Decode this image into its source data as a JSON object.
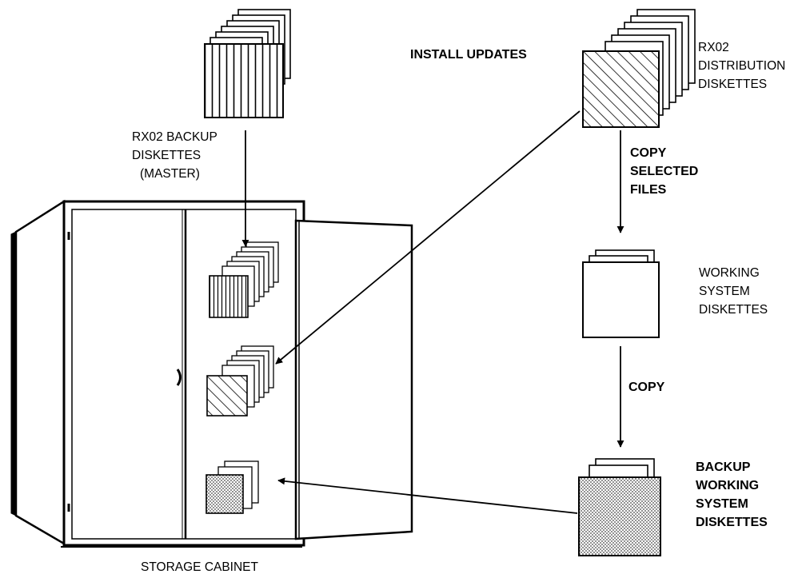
{
  "labels": {
    "install_updates": "INSTALL UPDATES",
    "rx02_backup": [
      "RX02 BACKUP",
      "DISKETTES",
      "(MASTER)"
    ],
    "rx02_distribution": [
      "RX02",
      "DISTRIBUTION",
      "DISKETTES"
    ],
    "copy_selected_files": [
      "COPY",
      "SELECTED",
      "FILES"
    ],
    "working_system": [
      "WORKING",
      "SYSTEM",
      "DISKETTES"
    ],
    "copy": "COPY",
    "backup_working_system": [
      "BACKUP",
      "WORKING",
      "SYSTEM",
      "DISKETTES"
    ],
    "storage_cabinet": "STORAGE CABINET"
  },
  "colors": {
    "ink": "#000000",
    "paper": "#ffffff",
    "dots": "#444444"
  }
}
